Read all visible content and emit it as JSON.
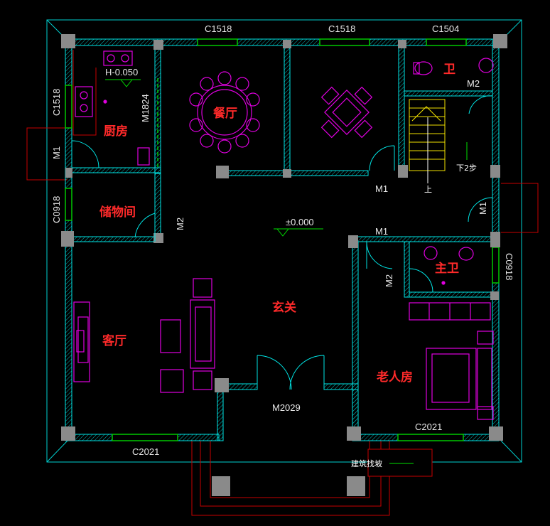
{
  "rooms": {
    "kitchen": "厨房",
    "dining": "餐厅",
    "bath": "卫",
    "storage": "储物间",
    "foyer": "玄关",
    "living": "客厅",
    "master_bath": "主卫",
    "elder_room": "老人房"
  },
  "windows": {
    "top1": "C1518",
    "top2": "C1518",
    "top3": "C1504",
    "left_kitchen": "C1518",
    "left_storage": "C0918",
    "right_bath": "C0918",
    "bottom_left": "C2021",
    "bottom_right": "C2021"
  },
  "doors": {
    "m1824": "M1824",
    "m1_kitchen": "M1",
    "m2_storage": "M2",
    "m2_bath": "M2",
    "m1_dining": "M1",
    "m1_right": "M1",
    "m1_elder": "M1",
    "m2_master": "M2",
    "m2029": "M2029"
  },
  "levels": {
    "kitchen": "H-0.050",
    "main": "±0.000"
  },
  "stairs": {
    "up": "上",
    "down": "下2步"
  },
  "ramp": "建筑找坡",
  "colors": {
    "wall": "#00e5e5",
    "window": "#00c800",
    "furniture": "#e000e0",
    "room_label": "#ff2a2a",
    "column": "#8a8a8a",
    "outline": "#c80000"
  }
}
